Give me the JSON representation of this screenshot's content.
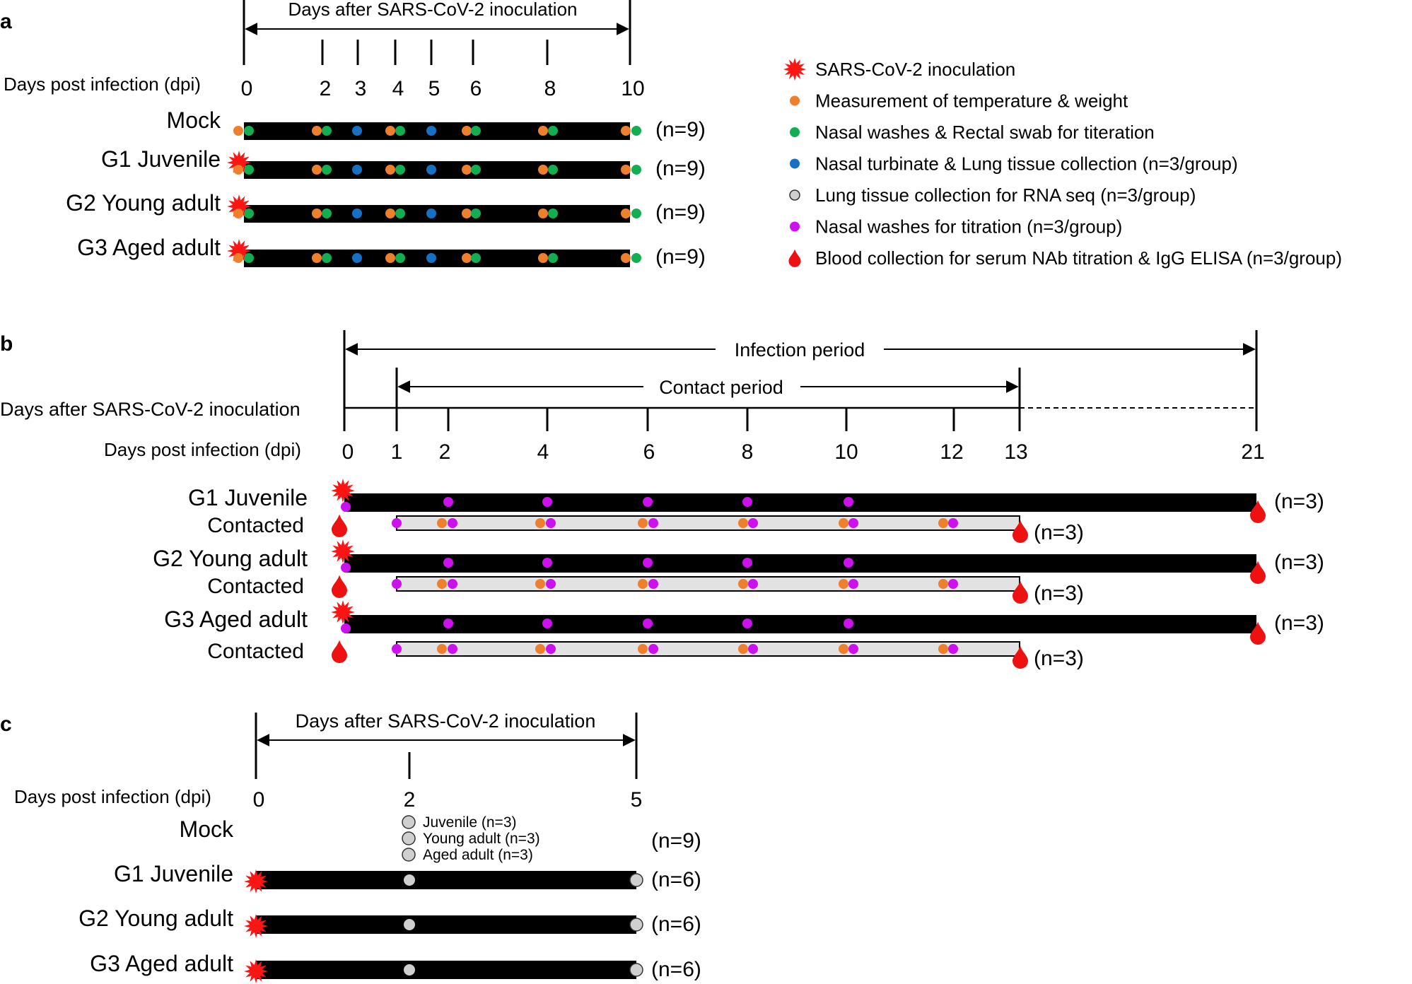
{
  "colors": {
    "inoculation": "#ff1414",
    "temperature": "#ee7f2d",
    "nasal_rectal": "#13ad52",
    "tissue": "#1670c4",
    "rna_seq": "#cfcfcf",
    "nasal_titration": "#cc11ee",
    "blood": "#ee1111",
    "bar": "#000000",
    "contact_bar": "#e2e2e2"
  },
  "legend": [
    {
      "marker": "sun-icon",
      "label": "SARS-CoV-2 inoculation"
    },
    {
      "marker": "orange-dot",
      "label": "Measurement of temperature & weight"
    },
    {
      "marker": "green-dot",
      "label": "Nasal washes & Rectal swab for titeration"
    },
    {
      "marker": "blue-dot",
      "label": "Nasal turbinate & Lung tissue collection (n=3/group)"
    },
    {
      "marker": "gray-dot",
      "label": "Lung tissue collection for RNA seq (n=3/group)"
    },
    {
      "marker": "purple-dot",
      "label": "Nasal washes for titration (n=3/group)"
    },
    {
      "marker": "blood-drop-icon",
      "label": "Blood collection for serum NAb titration & IgG ELISA (n=3/group)"
    }
  ],
  "panel_a": {
    "letter": "a",
    "span_label": "Days after SARS-CoV-2 inoculation",
    "dpi_label": "Days post infection (dpi)",
    "ticks": [
      "0",
      "2",
      "3",
      "4",
      "5",
      "6",
      "8",
      "10"
    ],
    "rows": [
      {
        "label": "Mock",
        "n": "(n=9)"
      },
      {
        "label": "G1 Juvenile",
        "n": "(n=9)"
      },
      {
        "label": "G2 Young adult",
        "n": "(n=9)"
      },
      {
        "label": "G3   Aged adult",
        "n": "(n=9)"
      }
    ]
  },
  "panel_b": {
    "letter": "b",
    "infection_label": "Infection period",
    "contact_label": "Contact period",
    "axis_label": "Days after SARS-CoV-2 inoculation",
    "dpi_label": "Days post infection (dpi)",
    "ticks": [
      "0",
      "1",
      "2",
      "4",
      "6",
      "8",
      "10",
      "12",
      "13",
      "21"
    ],
    "groups": [
      {
        "label": "G1 Juvenile",
        "n": "(n=3)",
        "contact_label": "Contacted",
        "contact_n": "(n=3)"
      },
      {
        "label": "G2 Young adult",
        "n": "(n=3)",
        "contact_label": "Contacted",
        "contact_n": "(n=3)"
      },
      {
        "label": "G3   Aged adult",
        "n": "(n=3)",
        "contact_label": "Contacted",
        "contact_n": "(n=3)"
      }
    ]
  },
  "panel_c": {
    "letter": "c",
    "span_label": "Days after SARS-CoV-2 inoculation",
    "dpi_label": "Days post infection (dpi)",
    "ticks": [
      "0",
      "2",
      "5"
    ],
    "mini_legend": [
      "Juvenile (n=3)",
      "Young adult (n=3)",
      "Aged adult (n=3)"
    ],
    "rows": [
      {
        "label": "Mock",
        "n": "(n=9)"
      },
      {
        "label": "G1 Juvenile",
        "n": "(n=6)"
      },
      {
        "label": "G2 Young adult",
        "n": "(n=6)"
      },
      {
        "label": "G3   Aged adult",
        "n": "(n=6)"
      }
    ]
  }
}
